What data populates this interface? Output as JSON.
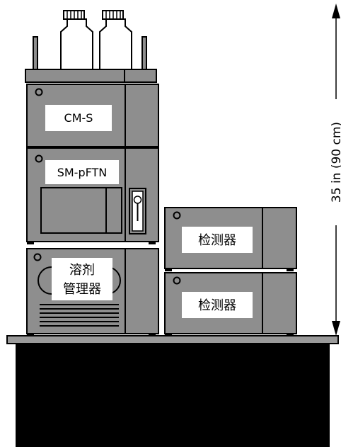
{
  "modules": {
    "cm_s": {
      "label": "CM-S"
    },
    "sm_pftn": {
      "label": "SM-pFTN"
    },
    "solvent_manager": {
      "label_line1": "溶剂",
      "label_line2": "管理器"
    },
    "detector_top": {
      "label": "检测器"
    },
    "detector_bottom": {
      "label": "检测器"
    }
  },
  "dimension": {
    "label": "35 in (90 cm)"
  }
}
